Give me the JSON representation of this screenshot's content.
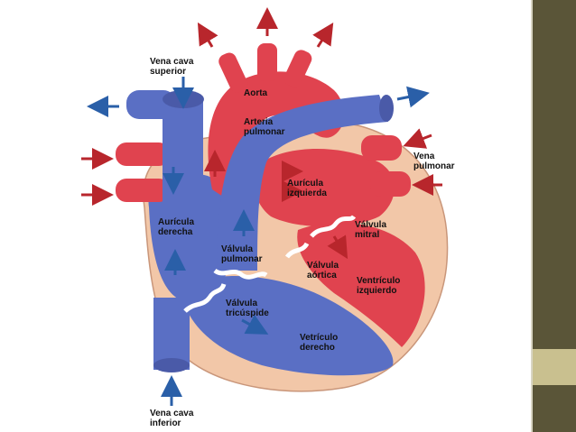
{
  "diagram": {
    "labels": {
      "vena_cava_superior_1": "Vena cava",
      "vena_cava_superior_2": "superior",
      "aorta": "Aorta",
      "arteria_pulmonar_1": "Arteria",
      "arteria_pulmonar_2": "pulmonar",
      "vena_pulmonar_1": "Vena",
      "vena_pulmonar_2": "pulmonar",
      "auricula_izquierda_1": "Aurícula",
      "auricula_izquierda_2": "izquierda",
      "auricula_derecha_1": "Aurícula",
      "auricula_derecha_2": "derecha",
      "valvula_mitral_1": "Válvula",
      "valvula_mitral_2": "mitral",
      "valvula_pulmonar_1": "Válvula",
      "valvula_pulmonar_2": "pulmonar",
      "valvula_aortica_1": "Válvula",
      "valvula_aortica_2": "aórtica",
      "ventriculo_izquierdo_1": "Ventrículo",
      "ventriculo_izquierdo_2": "izquierdo",
      "valvula_tricuspide_1": "Válvula",
      "valvula_tricuspide_2": "tricúspide",
      "ventriculo_derecho_1": "Vetrículo",
      "ventriculo_derecho_2": "derecho",
      "vena_cava_inferior_1": "Vena cava",
      "vena_cava_inferior_2": "inferior"
    },
    "colors": {
      "oxygenated_red": "#e0434f",
      "deoxygenated_blue": "#5a6fc4",
      "pericardium": "#f2c7a8",
      "arrow_red": "#b8262c",
      "arrow_blue": "#2a5fa8",
      "sidebar_dark": "#5a5538",
      "sidebar_light": "#c9c08f"
    }
  }
}
